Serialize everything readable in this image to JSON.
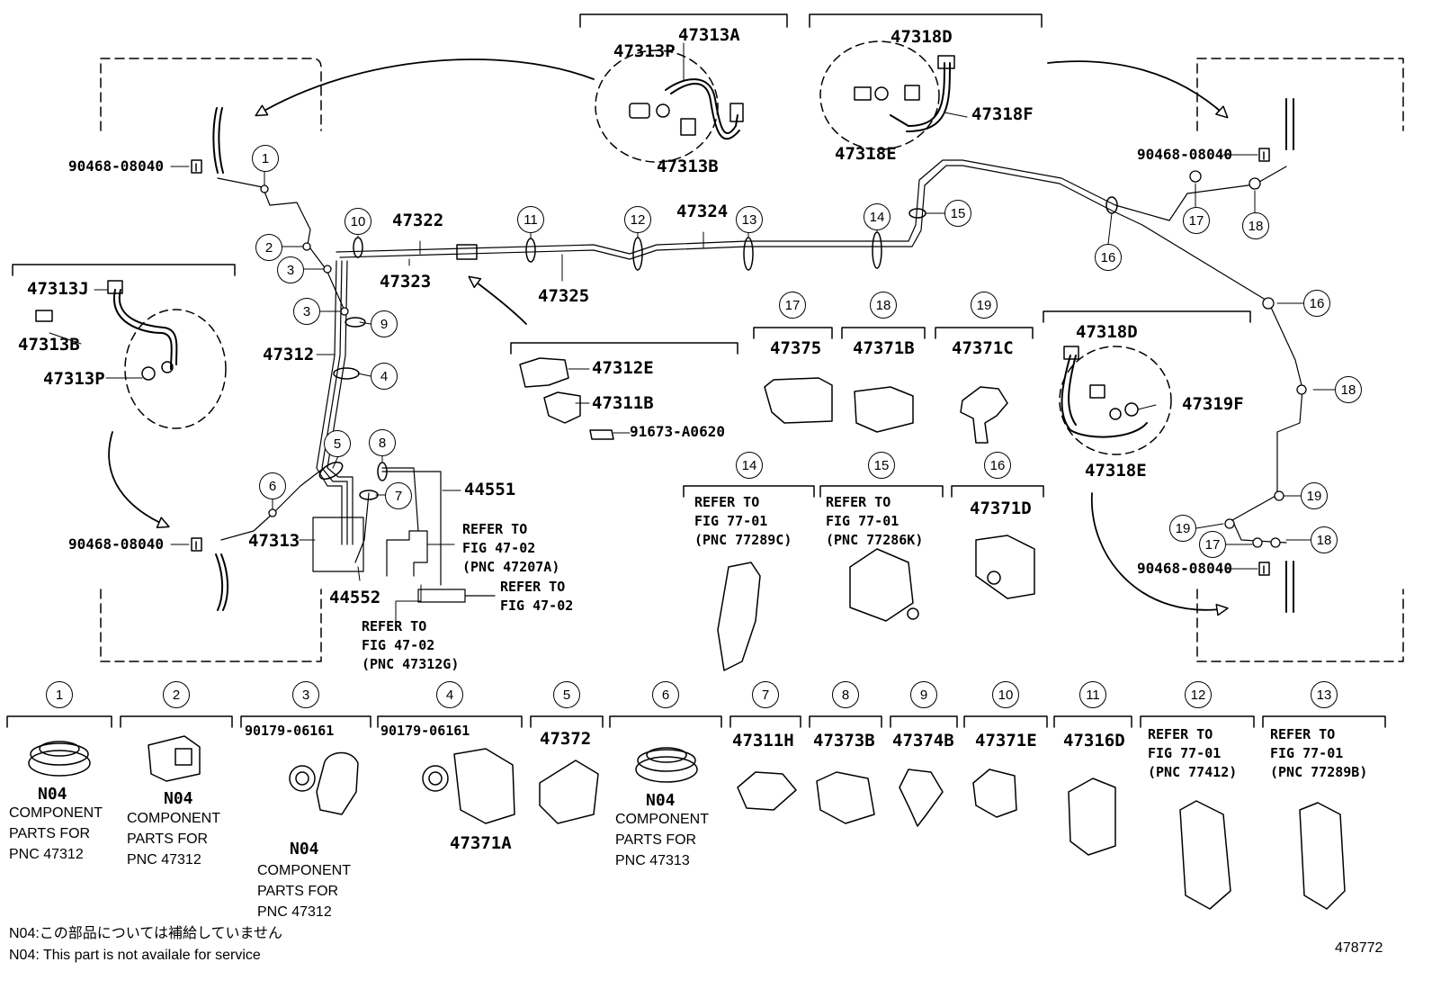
{
  "diagram": {
    "id": "478772",
    "part_labels": {
      "p47313A": "47313A",
      "p47313P_top": "47313P",
      "p47313B_top": "47313B",
      "p47318D_top": "47318D",
      "p47318F": "47318F",
      "p47318E_top": "47318E",
      "p90468_tl": "90468-08040",
      "p90468_tr": "90468-08040",
      "p90468_ml": "90468-08040",
      "p90468_br": "90468-08040",
      "p47313J": "47313J",
      "p47313B_left": "47313B",
      "p47313P_left": "47313P",
      "p47322": "47322",
      "p47323": "47323",
      "p47324": "47324",
      "p47325": "47325",
      "p47312": "47312",
      "p47313": "47313",
      "p44551": "44551",
      "p44552": "44552",
      "p47312E": "47312E",
      "p47311B": "47311B",
      "p91673": "91673-A0620",
      "p47375": "47375",
      "p47371B": "47371B",
      "p47371C": "47371C",
      "p47371D": "47371D",
      "p47318D_right": "47318D",
      "p47319F": "47319F",
      "p47318E_right": "47318E",
      "p47372": "47372",
      "p47371A": "47371A",
      "p47311H": "47311H",
      "p47373B": "47373B",
      "p47374B": "47374B",
      "p47371E": "47371E",
      "p47316D": "47316D",
      "p90179_3": "90179-06161",
      "p90179_4": "90179-06161"
    },
    "refer_notes": {
      "fig47_02_pnc47207A": "REFER TO\nFIG 47-02\n(PNC 47207A)",
      "fig47_02": "REFER TO\nFIG 47-02",
      "fig47_02_pnc47312G": "REFER TO\nFIG 47-02\n(PNC 47312G)",
      "fig77_01_pnc77289C": "REFER TO\nFIG 77-01\n(PNC 77289C)",
      "fig77_01_pnc77286K": "REFER TO\nFIG 77-01\n(PNC 77286K)",
      "fig77_01_pnc77412": "REFER TO\nFIG 77-01\n(PNC 77412)",
      "fig77_01_pnc77289B": "REFER TO\nFIG 77-01\n(PNC 77289B)"
    },
    "n04_mark": "N04",
    "component_notes": {
      "c1": "COMPONENT\nPARTS FOR\nPNC 47312",
      "c2": "COMPONENT\nPARTS FOR\nPNC 47312",
      "c3": "COMPONENT\nPARTS FOR\nPNC 47312",
      "c6": "COMPONENT\nPARTS FOR\nPNC 47313"
    },
    "callouts": [
      "1",
      "2",
      "3",
      "4",
      "5",
      "6",
      "7",
      "8",
      "9",
      "10",
      "11",
      "12",
      "13",
      "14",
      "15",
      "16",
      "17",
      "18",
      "19"
    ],
    "footnotes": {
      "jp": "N04:この部品については補給していません",
      "en": "N04: This part is not availale for service"
    }
  }
}
